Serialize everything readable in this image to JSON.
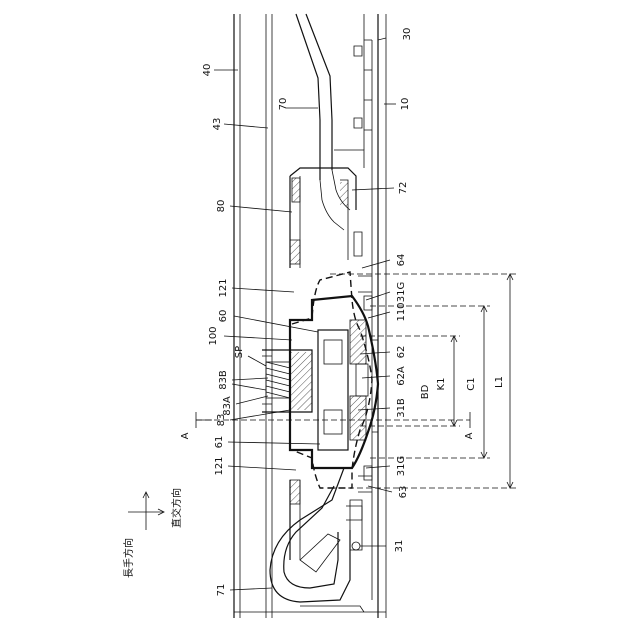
{
  "labels": {
    "l40": "40",
    "l43": "43",
    "l70": "70",
    "l30": "30",
    "l10": "10",
    "l72": "72",
    "l80": "80",
    "l64": "64",
    "l121a": "121",
    "l31Ga": "31G",
    "l60": "60",
    "l110": "110",
    "l100": "100",
    "lSP": "SP",
    "l62": "62",
    "l83B": "83B",
    "l62A": "62A",
    "l83A": "83A",
    "lBD": "BD",
    "l83": "83",
    "l31B": "31B",
    "l61": "61",
    "l121b": "121",
    "l31Gb": "31G",
    "l63": "63",
    "l31": "31",
    "l71": "71",
    "lA1": "A",
    "lA2": "A",
    "lK1": "K1",
    "lC1": "C1",
    "lL1": "L1"
  },
  "axes": {
    "longitudinal": "長手方向",
    "orthogonal": "直交方向"
  }
}
